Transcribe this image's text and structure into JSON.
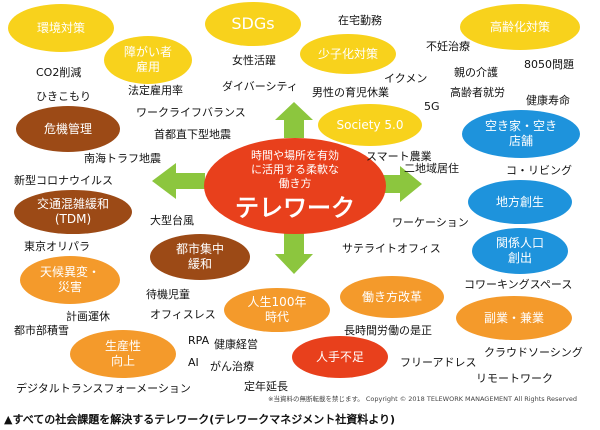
{
  "center": {
    "subtitle": "時間や場所を有効\nに活用する柔軟な\n働き方",
    "title": "テレワーク",
    "color": "#e8401c"
  },
  "colors": {
    "yellow": "#f8d21c",
    "orange": "#f49a2b",
    "brown": "#9c4a16",
    "blue": "#1e93dc",
    "red": "#e8401c",
    "arrow": "#8cc63e"
  },
  "themes": {
    "environment": "環境対策",
    "disability_employment": "障がい者\n雇用",
    "sdgs": "SDGs",
    "declining_birthrate": "少子化対策",
    "aging": "高齢化対策",
    "society5": "Society 5.0",
    "crisis": "危機管理",
    "vacant_homes": "空き家・空き\n店舗",
    "traffic": "交通混雑緩和\n(TDM)",
    "regional": "地方創生",
    "climate": "天候異変・\n災害",
    "urban": "都市集中\n緩和",
    "related_population": "関係人口\n創出",
    "age100": "人生100年\n時代",
    "work_reform": "働き方改革",
    "side_job": "副業・兼業",
    "productivity": "生産性\n向上",
    "labor_shortage": "人手不足"
  },
  "keywords": {
    "remote_home": "在宅勤務",
    "infertility": "不妊治療",
    "co2": "CO2削減",
    "women": "女性活躍",
    "ikumen": "イクメン",
    "care": "親の介護",
    "p8050": "8050問題",
    "hikikomori": "ひきこもり",
    "legal_employment": "法定雇用率",
    "diversity": "ダイバーシティ",
    "paternity": "男性の育児休業",
    "elderly_work": "高齢者就労",
    "five_g": "5G",
    "healthy_life": "健康寿命",
    "wlb": "ワークライフバランス",
    "earthquake_capital": "首都直下型地震",
    "smart_agri": "スマート農業",
    "nankai": "南海トラフ地震",
    "dual_residence": "二地域居住",
    "co_living": "コ・リビング",
    "covid": "新型コロナウイルス",
    "workation": "ワーケーション",
    "typhoon": "大型台風",
    "satellite": "サテライトオフィス",
    "olympics": "東京オリパラ",
    "coworking": "コワーキングスペース",
    "waiting_children": "待機児童",
    "planned_leave": "計画運休",
    "office_less": "オフィスレス",
    "urban_density": "都市部積雪",
    "long_hours": "長時間労働の是正",
    "crowdsourcing": "クラウドソーシング",
    "rpa": "RPA",
    "health_mgmt": "健康経営",
    "free_address": "フリーアドレス",
    "ai": "AI",
    "cancer": "がん治療",
    "remote_work": "リモートワーク",
    "dx": "デジタルトランスフォーメーション",
    "retirement": "定年延長"
  },
  "footer": {
    "copyright": "※当資料の無断転載を禁じます。 Copyright © 2018 TELEWORK MANAGEMENT All Rights Reserved",
    "caption": "▲すべての社会課題を解決するテレワーク(テレワークマネジメント社資料より)"
  }
}
